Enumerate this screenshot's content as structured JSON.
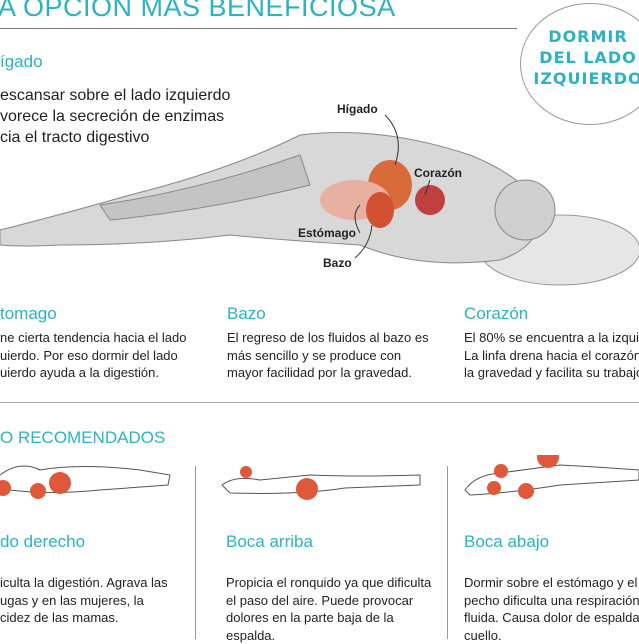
{
  "header": {
    "title": "A OPCION MAS BENEFICIOSA",
    "badge": [
      "DORMIR",
      "DEL LADO",
      "IZQUIERDO"
    ]
  },
  "intro": {
    "heading": "ígado",
    "lines": [
      "escansar sobre el lado izquierdo",
      "vorece la secreción de enzimas",
      "cia el tracto digestivo"
    ]
  },
  "illustration_labels": {
    "liver": "Hígado",
    "heart": "Corazón",
    "stomach": "Estómago",
    "spleen": "Bazo"
  },
  "organs": [
    {
      "title": "tomago",
      "lines": [
        "ne cierta tendencia hacia el lado",
        "uierdo. Por eso dormir del lado",
        "uierdo ayuda a la digestión."
      ]
    },
    {
      "title": "Bazo",
      "lines": [
        "El regreso de los fluidos al bazo es",
        "más sencillo y se produce con",
        "mayor facilidad por la gravedad."
      ]
    },
    {
      "title": "Corazón",
      "lines": [
        "El 80% se encuentra a la izquie",
        "La linfa drena hacia el corazón",
        "la gravedad y facilita su trabajo"
      ]
    }
  ],
  "not_recommended": {
    "title": "O RECOMENDADOS",
    "items": [
      {
        "title": "do derecho",
        "lines": [
          "iculta la digestión. Agrava las",
          "ugas y en las mujeres, la",
          "cidez de las mamas."
        ]
      },
      {
        "title": "Boca arriba",
        "lines": [
          "Propicia el ronquido ya que dificulta",
          "el paso del aire. Puede provocar",
          "dolores en la parte baja de la",
          "espalda."
        ]
      },
      {
        "title": "Boca abajo",
        "lines": [
          "Dormir sobre el estómago y el",
          "pecho dificulta una respiración",
          "fluida. Causa dolor de espalda y",
          "cuello."
        ]
      }
    ]
  },
  "colors": {
    "accent": "#2bb3c2",
    "marker": "#e0583a"
  }
}
